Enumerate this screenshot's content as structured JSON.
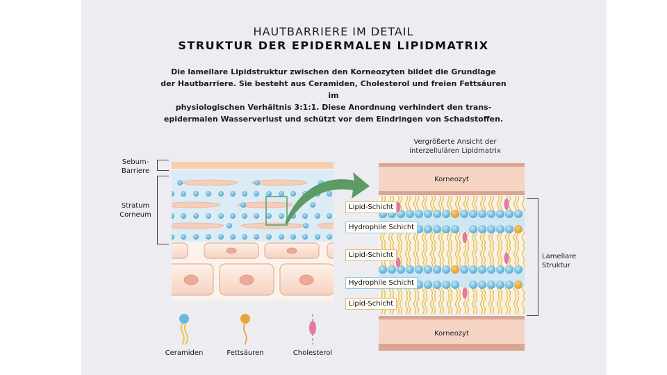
{
  "header": {
    "title": "HAUTBARRIERE IM DETAIL",
    "subtitle": "STRUKTUR DER EPIDERMALEN LIPIDMATRIX"
  },
  "description": [
    "Die lamellare Lipidstruktur zwischen den Korneozyten bildet die Grundlage",
    "der Hautbarriere. Sie besteht aus Ceramiden, Cholesterol und freien Fettsäuren im",
    "physiologischen Verhältnis 3:1:1. Diese Anordnung verhindert den trans-",
    "epidermalen Wasserverlust und schützt vor dem Eindringen von Schadstoffen."
  ],
  "left_diagram": {
    "labels": {
      "sebum_1": "Sebum-",
      "sebum_2": "Barriere",
      "stratum_1": "Stratum",
      "stratum_2": "Corneum"
    }
  },
  "right_diagram": {
    "caption_1": "Vergrößerte Ansicht der",
    "caption_2": "interzellulären Lipidmatrix",
    "top_cell": "Korneozyt",
    "bottom_cell": "Korneozyt",
    "layers": [
      {
        "label": "Lipid-Schicht",
        "type": "lipid"
      },
      {
        "label": "Hydrophile Schicht",
        "type": "hydro"
      },
      {
        "label": "Lipid-Schicht",
        "type": "lipid"
      },
      {
        "label": "Hydrophile Schicht",
        "type": "hydro"
      },
      {
        "label": "Lipid-Schicht",
        "type": "lipid"
      }
    ],
    "bracket_label_1": "Lamellare",
    "bracket_label_2": "Struktur"
  },
  "legend": [
    {
      "label": "Ceramiden",
      "icon": "ceramide-icon",
      "color": "#6bb8de"
    },
    {
      "label": "Fettsäuren",
      "icon": "fatty-acid-icon",
      "color": "#e9a43a"
    },
    {
      "label": "Cholesterol",
      "icon": "cholesterol-icon",
      "color": "#e07aa8"
    }
  ],
  "colors": {
    "panel_bg": "#ededf1",
    "arrow": "#5c9a66",
    "korneozyt": "#f5d4c3",
    "lipid_tail": "#e2c14a"
  }
}
